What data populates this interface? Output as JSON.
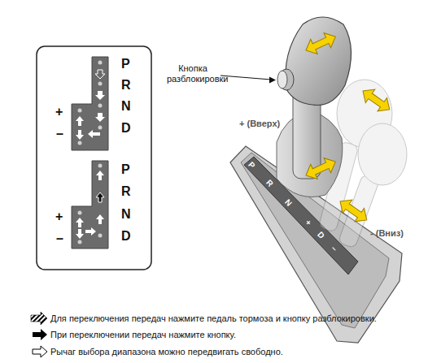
{
  "diagram": {
    "labels": [
      "P",
      "R",
      "N",
      "D",
      "+",
      "–",
      "P",
      "R",
      "N",
      "D",
      "+",
      "–",
      "Кнопка разблокировки",
      "+ (Вверх)",
      "P",
      "R",
      "N",
      "+",
      "D",
      "–",
      "- (Вниз)"
    ],
    "legend": [
      {
        "text": "Для переключения передач нажмите педаль тормоза и кнопку разблокировки."
      },
      {
        "text": "При переключении передач нажмите кнопку."
      },
      {
        "text": "Рычаг выбора диапазона можно передвигать свободно."
      }
    ]
  }
}
